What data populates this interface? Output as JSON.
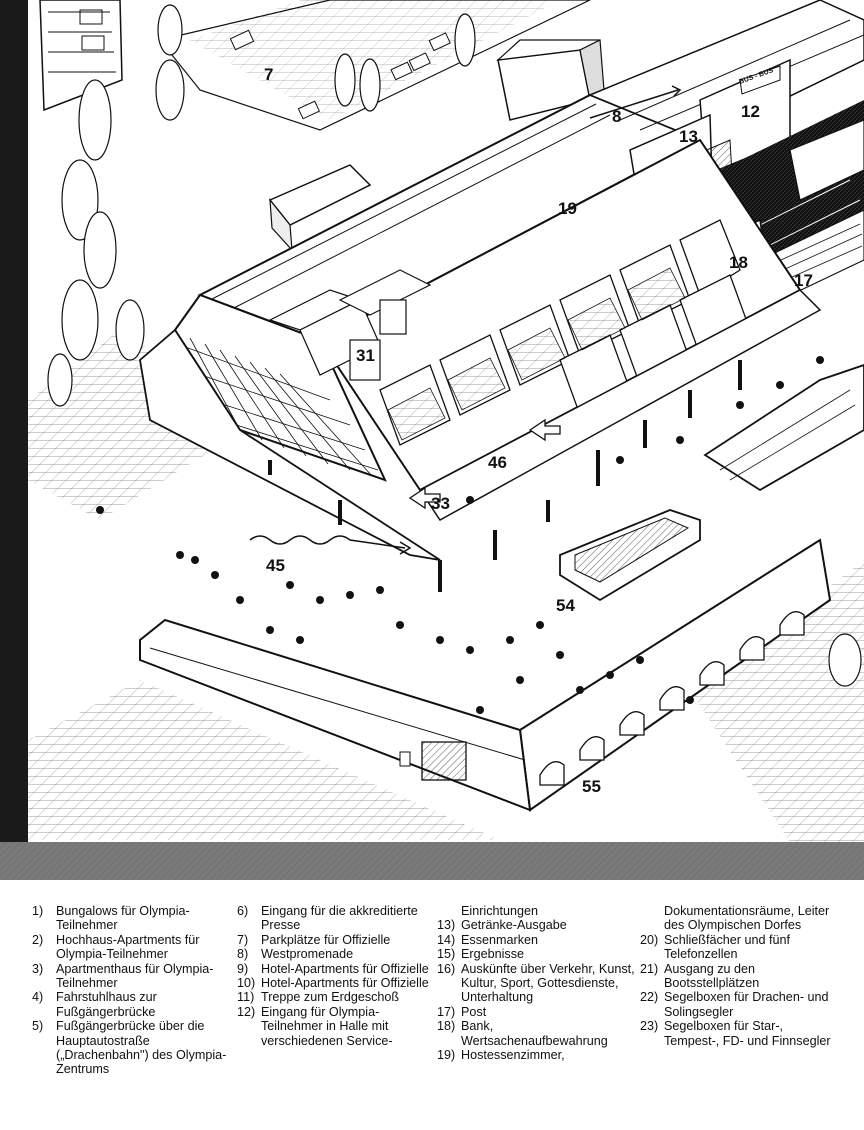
{
  "callouts": {
    "c7": "7",
    "c8": "8",
    "c12": "12",
    "c13": "13",
    "c17": "17",
    "c18": "18",
    "c19": "19",
    "c31": "31",
    "c33": "33",
    "c45": "45",
    "c46": "46",
    "c54": "54",
    "c55": "55"
  },
  "sign_text": "BUS - BUS",
  "legend": {
    "col1": [
      {
        "num": "1)",
        "text": "Bungalows für Olympia-Teilnehmer"
      },
      {
        "num": "2)",
        "text": "Hochhaus-Apartments für Olympia-Teilnehmer"
      },
      {
        "num": "3)",
        "text": "Apartmenthaus für Olympia-Teilnehmer"
      },
      {
        "num": "4)",
        "text": "Fahrstuhlhaus zur Fußgängerbrücke"
      },
      {
        "num": "5)",
        "text": "Fußgängerbrücke über die Hauptautostraße („Drachenbahn\") des Olympia-Zentrums"
      }
    ],
    "col2": [
      {
        "num": "6)",
        "text": "Eingang für die akkreditierte Presse"
      },
      {
        "num": "7)",
        "text": "Parkplätze für Offizielle"
      },
      {
        "num": "8)",
        "text": "Westpromenade"
      },
      {
        "num": "9)",
        "text": "Hotel-Apartments für Offizielle"
      },
      {
        "num": "10)",
        "text": "Hotel-Apartments für Offizielle"
      },
      {
        "num": "11)",
        "text": "Treppe zum Erdgeschoß"
      },
      {
        "num": "12)",
        "text": "Eingang für Olympia-Teilnehmer in Halle mit verschiedenen Service-"
      }
    ],
    "col3_cont": "Einrichtungen",
    "col3": [
      {
        "num": "13)",
        "text": "Getränke-Ausgabe"
      },
      {
        "num": "14)",
        "text": "Essenmarken"
      },
      {
        "num": "15)",
        "text": "Ergebnisse"
      },
      {
        "num": "16)",
        "text": "Auskünfte über Verkehr, Kunst, Kultur, Sport, Gottesdienste, Unterhaltung"
      },
      {
        "num": "17)",
        "text": "Post"
      },
      {
        "num": "18)",
        "text": "Bank, Wertsachenaufbewahrung"
      },
      {
        "num": "19)",
        "text": "Hostessenzimmer,"
      }
    ],
    "col4_cont": "Dokumentationsräume, Leiter des Olympischen Dorfes",
    "col4": [
      {
        "num": "20)",
        "text": "Schließfächer und fünf Telefonzellen"
      },
      {
        "num": "21)",
        "text": "Ausgang zu den Bootsstellplätzen"
      },
      {
        "num": "22)",
        "text": "Segelboxen für Drachen- und Solingsegler"
      },
      {
        "num": "23)",
        "text": "Segelboxen für Star-, Tempest-, FD- und Finnsegler"
      }
    ]
  }
}
